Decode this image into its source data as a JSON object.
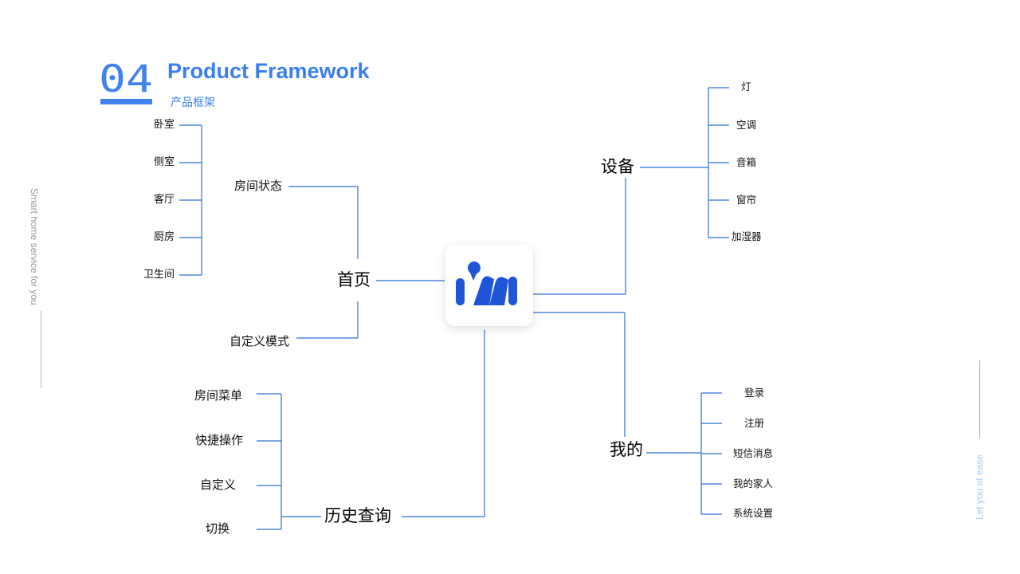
{
  "header": {
    "number": "04",
    "title": "Product Framework",
    "subtitle": "产品框架"
  },
  "side_text": {
    "left": "Smart home service for you",
    "right": "Let you at ease"
  },
  "logo": {
    "name": "I'm logo",
    "color": "#1f55d6"
  },
  "accent_color": "#3f82f0",
  "line_color": "#2f6fd8",
  "tree": {
    "home": {
      "label": "首页",
      "room_status": {
        "label": "房间状态",
        "children": [
          "卧室",
          "侧室",
          "客厅",
          "厨房",
          "卫生间"
        ]
      },
      "custom_mode": {
        "label": "自定义模式"
      }
    },
    "device": {
      "label": "设备",
      "children": [
        "灯",
        "空调",
        "音箱",
        "窗帘",
        "加湿器"
      ]
    },
    "mine": {
      "label": "我的",
      "children": [
        "登录",
        "注册",
        "短信消息",
        "我的家人",
        "系统设置"
      ]
    },
    "history": {
      "label": "历史查询",
      "children": [
        "房间菜单",
        "快捷操作",
        "自定义",
        "切换"
      ]
    }
  }
}
